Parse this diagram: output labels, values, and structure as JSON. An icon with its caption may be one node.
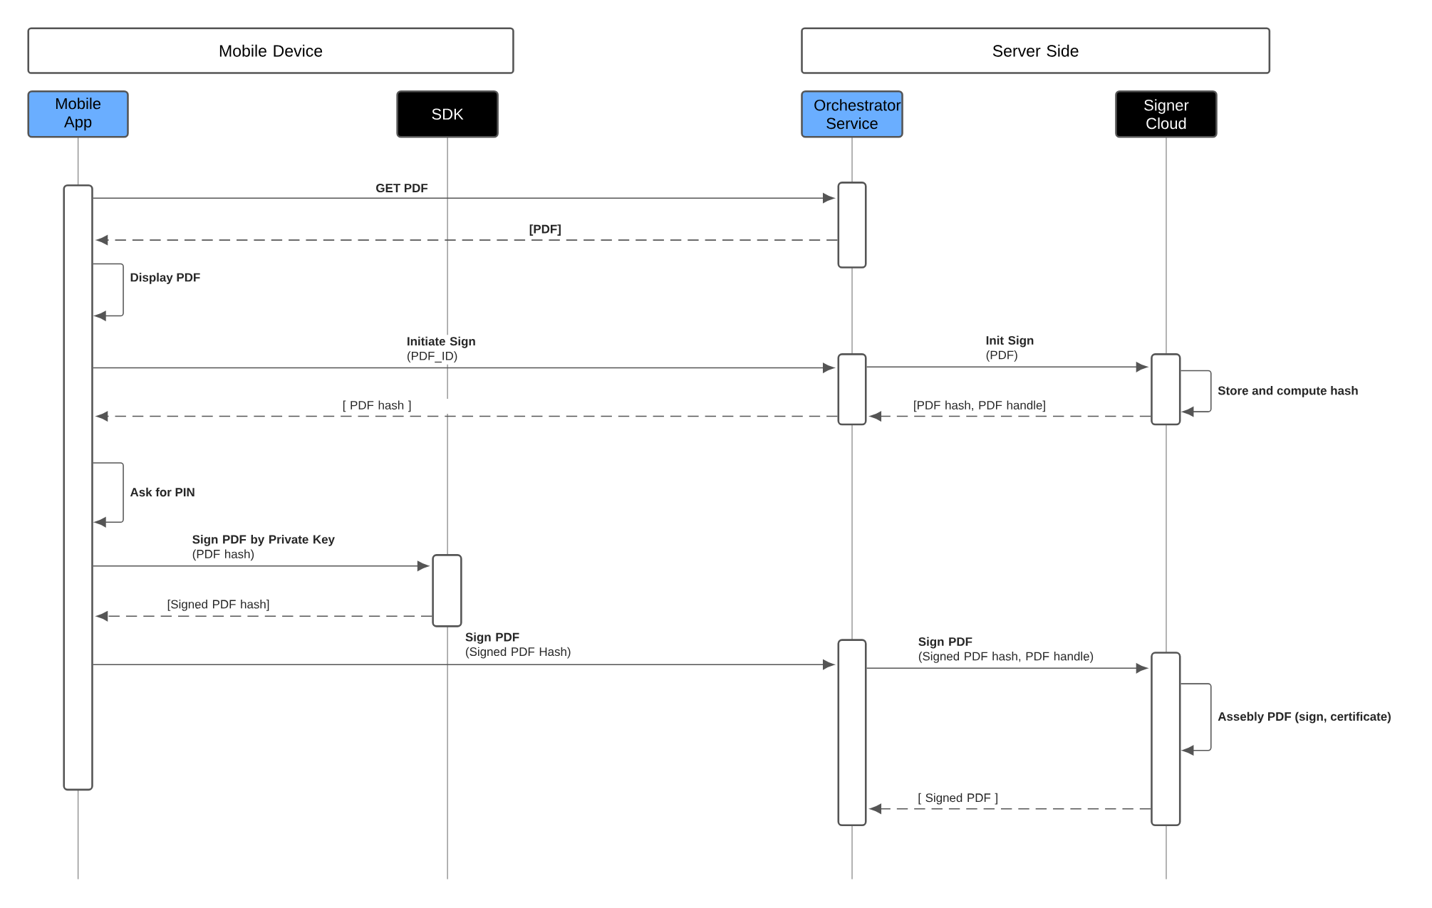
{
  "diagram": {
    "nodes": [
      {
        "text": [
          "Mobile Device"
        ]
      },
      {
        "text": [
          "Server Side"
        ]
      },
      {
        "text": [
          "Mobile App"
        ]
      },
      {
        "text": [
          "SDK"
        ]
      },
      {
        "text": [
          "Orchestrator Service"
        ]
      },
      {
        "text": [
          "Signer Cloud"
        ]
      },
      {
        "text": [],
        "shape": "bar"
      },
      {
        "text": [],
        "shape": "bar"
      },
      {
        "text": [],
        "shape": "bar"
      },
      {
        "text": [],
        "shape": "bar"
      },
      {
        "text": [],
        "shape": "bar"
      },
      {
        "text": [],
        "shape": "bar"
      },
      {
        "text": [],
        "shape": "bar"
      }
    ],
    "edges": [
      {
        "from": 6,
        "to": 8,
        "arrow": "to",
        "label": "GET PDF"
      },
      {
        "from": 8,
        "to": 6,
        "arrow": "to",
        "label": "[PDF]",
        "style": "dashed"
      },
      {
        "from": 6,
        "to": 6,
        "arrow": "to",
        "label": "Display PDF"
      },
      {
        "from": 6,
        "to": 9,
        "arrow": "to",
        "label": "**Initiate Sign** (PDF_ID)"
      },
      {
        "from": 9,
        "to": 11,
        "arrow": "to",
        "label": "**Init Sign** (PDF)"
      },
      {
        "from": 11,
        "to": 11,
        "arrow": "to",
        "label": "Store and compute hash"
      },
      {
        "from": 11,
        "to": 9,
        "arrow": "to",
        "label": "[PDF hash, PDF handle]",
        "style": "dashed"
      },
      {
        "from": 9,
        "to": 6,
        "arrow": "to",
        "label": "[ PDF hash ]",
        "style": "dashed"
      },
      {
        "from": 6,
        "to": 6,
        "arrow": "to",
        "label": "Ask for PIN"
      },
      {
        "from": 6,
        "to": 7,
        "arrow": "to",
        "label": "**Sign PDF by Private Key** (PDF hash)"
      },
      {
        "from": 7,
        "to": 6,
        "arrow": "to",
        "label": "[Signed PDF hash]",
        "style": "dashed"
      },
      {
        "from": 6,
        "to": 10,
        "arrow": "to",
        "label": "**Sign PDF** (Signed PDF Hash)"
      },
      {
        "from": 10,
        "to": 12,
        "arrow": "to",
        "label": "**Sign PDF** (Signed PDF hash, PDF handle)"
      },
      {
        "from": 12,
        "to": 12,
        "arrow": "to",
        "label": "Assebly PDF (sign, certificate)"
      },
      {
        "from": 12,
        "to": 10,
        "arrow": "to",
        "label": "[ Signed PDF ]",
        "style": "dashed"
      }
    ]
  }
}
